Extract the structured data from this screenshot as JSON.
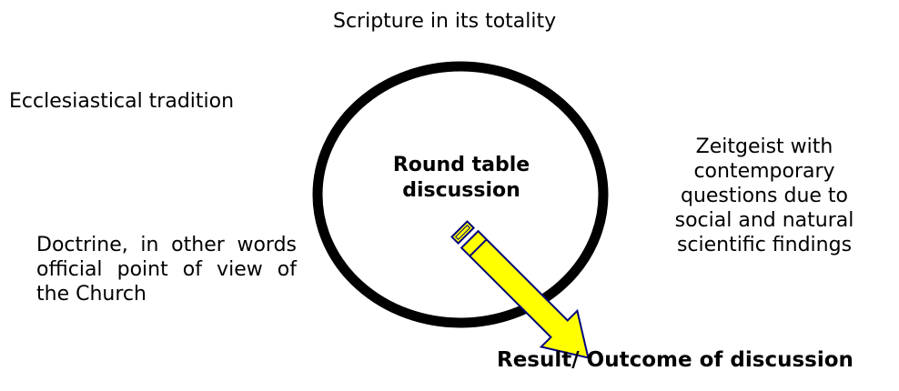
{
  "diagram": {
    "top_text": "Scripture in its totality",
    "left_top_text": "Ecclesiastical tradition",
    "right_text": "Zeitgeist with contemporary questions due to social and natural scientific findings",
    "left_bottom_text": "Doctrine, in other words official point of view of the Church",
    "center_text": "Round table discussion",
    "bottom_text": "Result/ Outcome of discussion"
  },
  "colors": {
    "ring": "#000000",
    "arrow_fill": "#ffff00",
    "arrow_stroke": "#000080",
    "text": "#000000"
  }
}
